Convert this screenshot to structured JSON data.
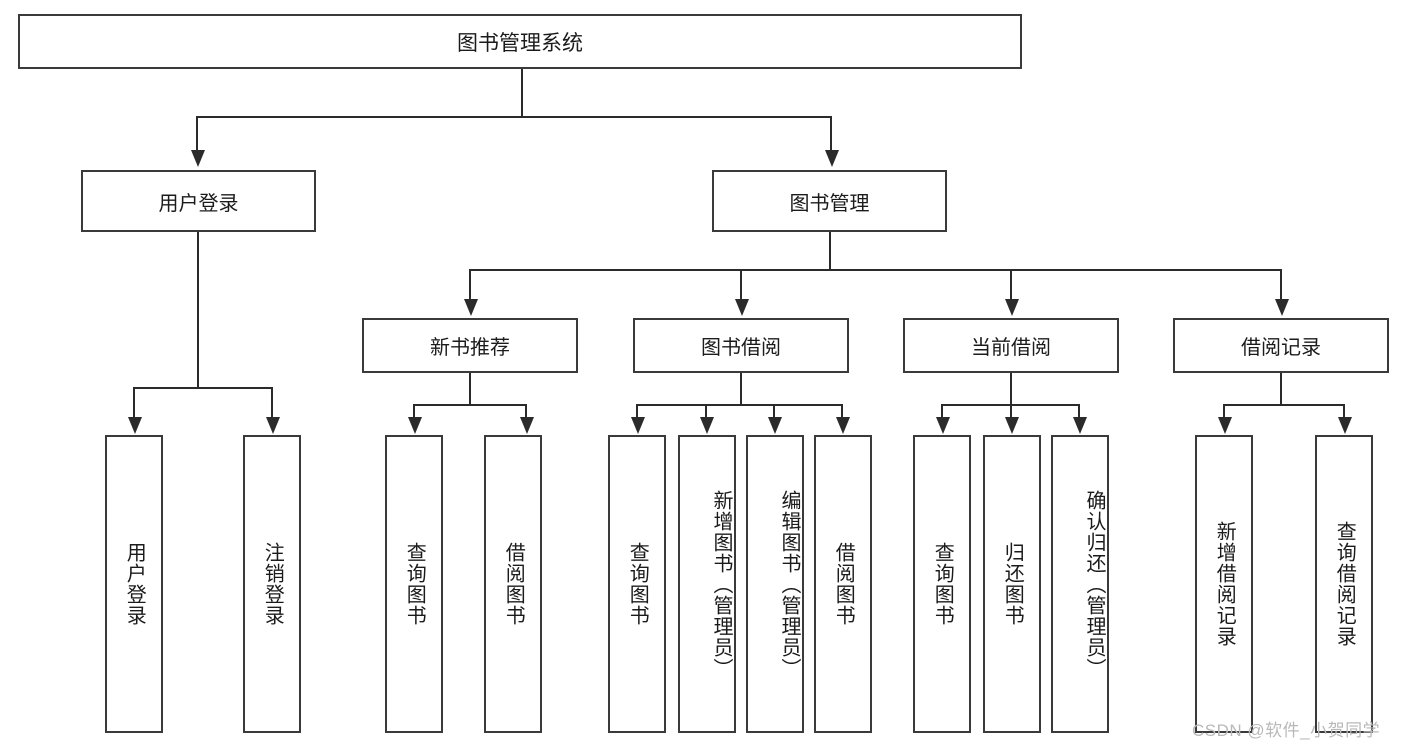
{
  "diagram": {
    "title": "图书管理系统",
    "type": "tree-hierarchy-diagram",
    "root": {
      "label": "图书管理系统"
    },
    "tier2": [
      {
        "label": "用户登录"
      },
      {
        "label": "图书管理"
      }
    ],
    "tier3": [
      {
        "label": "新书推荐"
      },
      {
        "label": "图书借阅"
      },
      {
        "label": "当前借阅"
      },
      {
        "label": "借阅记录"
      }
    ],
    "leaves": {
      "user_login": [
        {
          "label": "用户登录"
        },
        {
          "label": "注销登录"
        }
      ],
      "new_book_recommend": [
        {
          "label": "查询图书"
        },
        {
          "label": "借阅图书"
        }
      ],
      "book_borrow": [
        {
          "label": "查询图书"
        },
        {
          "label": "新增图书（管理员）"
        },
        {
          "label": "编辑图书（管理员）"
        },
        {
          "label": "借阅图书"
        }
      ],
      "current_borrow": [
        {
          "label": "查询图书"
        },
        {
          "label": "归还图书"
        },
        {
          "label": "确认归还（管理员）"
        }
      ],
      "borrow_record": [
        {
          "label": "新增借阅记录"
        },
        {
          "label": "查询借阅记录"
        }
      ]
    },
    "watermark": "CSDN @软件_小贺同学",
    "colors": {
      "box_border": "#3a3a3a",
      "connector": "#2b2b2b",
      "background": "#ffffff",
      "text": "#1b1b1b",
      "watermark": "#b9b9b9"
    }
  }
}
